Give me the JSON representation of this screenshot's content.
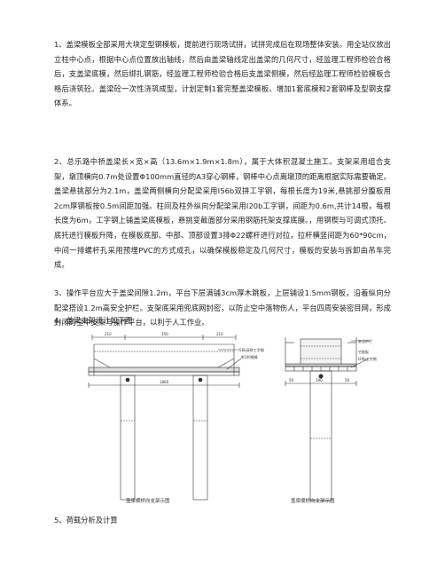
{
  "paragraphs": [
    "1、盖梁模板全部采用大块定型钢模板，提前进行现场试拼，试拼完成后在现场整体安装。用全站仪放出立柱中心点，根据中心点位置放出轴线，然后由盖梁轴线定出盖梁的几何尺寸，经监理工程师检验合格后，支盖梁底模，然后绑扎钢筋，经监理工程师检验合格后支盖梁侧模，然后经监理工程师检验模板合格后浇筑砼。盖梁砼一次性浇筑成型，计划定制1套完整盖梁模板、增加1套底模和2套钢棒及型钢支撑体系。",
    "2、总乐路中桥盖梁长×宽×高（13.6m×1.9m×1.8m），属于大体积混凝土施工。支架采用组合支架，墩顶横向0.7m处设置Φ100mm直径的A3穿心钢棒，钢棒中心点离墩顶的距离根据实际需要确定。盖梁悬挑部分为2.1m，盖梁两侧横向分配梁采用Ⅰ56b双拼工字钢，每根长度为19米,悬挑部分腹板用2cm厚钢板按0.5m间距加强。柱间及柱外纵向分配梁采用Ⅰ20b工字钢，间距为0.6m,共计14根，每根长度为6m，工字钢上铺盖梁底模板，悬挑变截面部分采用钢筋托架支撑底膜。，用钢楔与可调式顶托、底托进行模板升降，在模板底部、中部、顶部设置3排Φ22螺杆进行对拉，拉杆横竖间距为60*90cm，中间一排螺杆孔采用预埋PVC的方式成孔，以确保模板稳定及几何尺寸，模板的安装与拆卸由吊车完成。",
    "3、操作平台应大于盖梁间隙1.2m，平台下层满铺3cm厚木跳板，上层铺设1.5mm钢板，沿着纵向分配梁搭设1.2m高安全护栏。支架底采用兜底网封密，以防止空中落物伤人，平台四周安装密目网，形成封闭的空中支架与操作平台，以利于人工作业。"
  ],
  "section4": "4、盖梁支架设计如下图",
  "section5": "5、荷载分析及计算",
  "figure": {
    "left_caption": "盖梁横桥向支架示图",
    "right_caption": "盖梁顺桥向支架示图",
    "left_dims": [
      "210",
      "350",
      "210",
      "1860"
    ],
    "right_dims": [
      "50",
      "190",
      "50"
    ],
    "labels": [
      "I56b双拼工字钢",
      "I20b工字钢",
      "Φ100钢棒",
      "安全护栏",
      "竹胶板"
    ]
  }
}
